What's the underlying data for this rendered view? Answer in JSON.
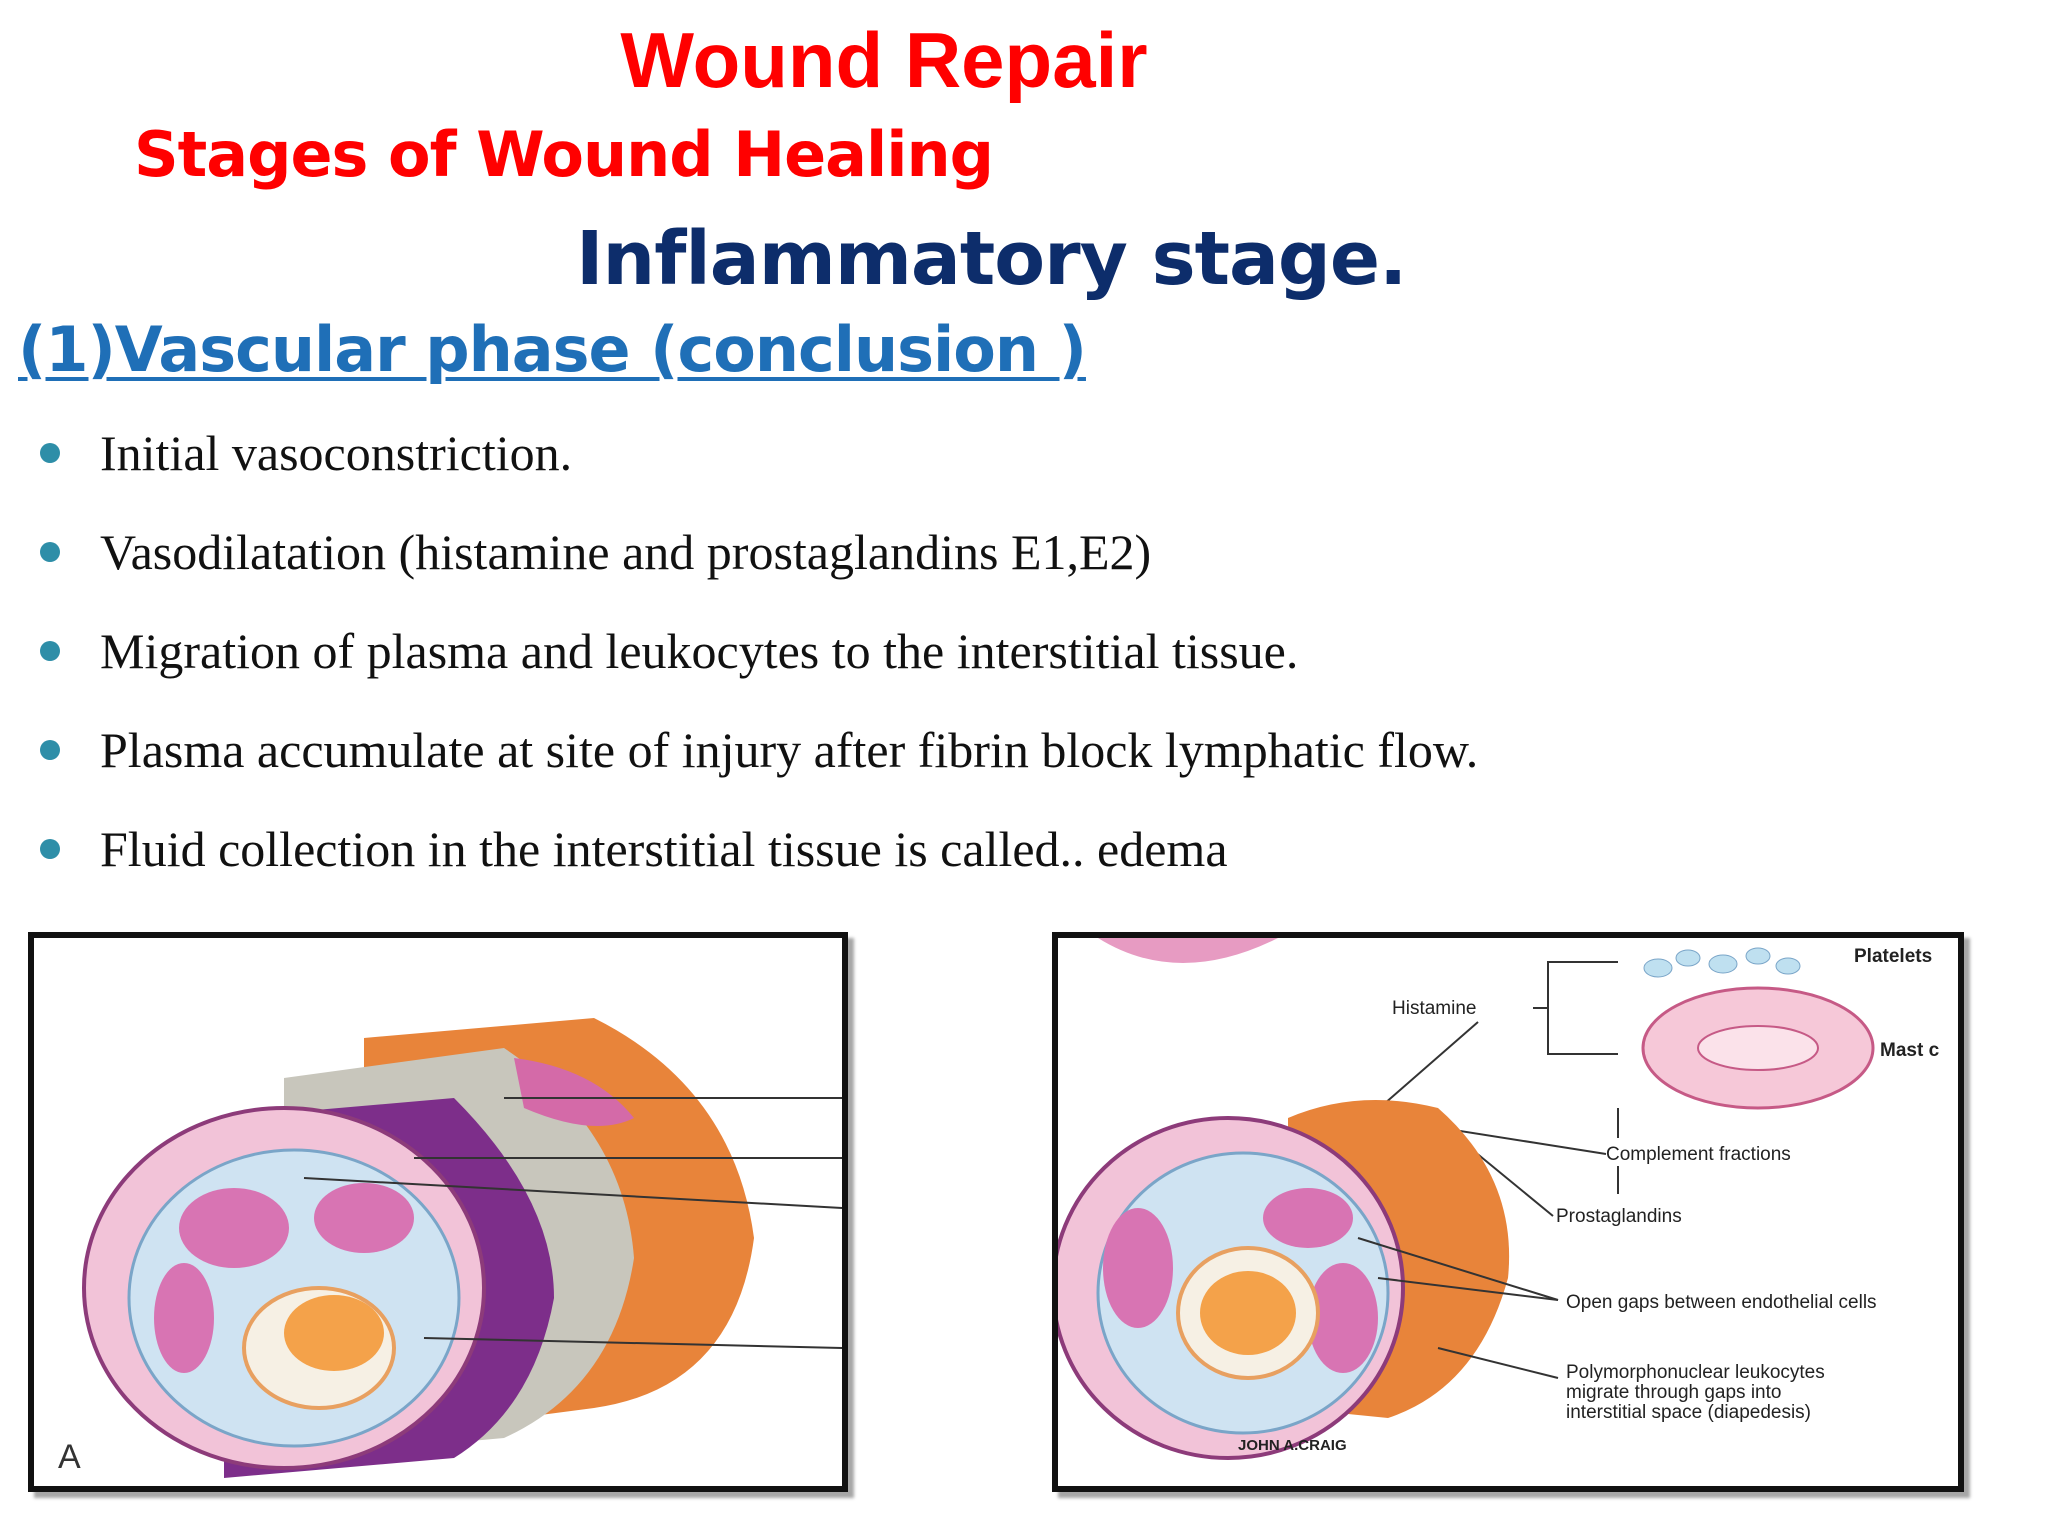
{
  "header": {
    "title": "Wound Repair",
    "subtitle": "Stages of Wound Healing",
    "stage": "Inflammatory stage.",
    "phase": "(1)Vascular phase (conclusion )"
  },
  "bullets": [
    "Initial vasoconstriction.",
    "Vasodilatation (histamine and prostaglandins E1,E2)",
    "Migration of plasma and leukocytes to the interstitial tissue.",
    "Plasma accumulate at site of injury after fibrin block lymphatic flow.",
    "Fluid collection in the interstitial tissue is called.. edema"
  ],
  "figure_a": {
    "panel_letter": "A"
  },
  "figure_b": {
    "labels": {
      "platelets": "Platelets",
      "histamine": "Histamine",
      "mast_cell": "Mast c",
      "complement": "Complement fractions",
      "prostaglandins": "Prostaglandins",
      "open_gaps": "Open gaps between endothelial cells",
      "pmn_1": "Polymorphonuclear leukocytes",
      "pmn_2": "migrate through gaps into",
      "pmn_3": "interstitial space (diapedesis)",
      "signature": "JOHN A.CRAIG"
    }
  },
  "colors": {
    "title_red": "#ff0000",
    "stage_navy": "#0d2d6b",
    "phase_blue": "#1f6fb7",
    "bullet_teal": "#2e8ea8"
  }
}
